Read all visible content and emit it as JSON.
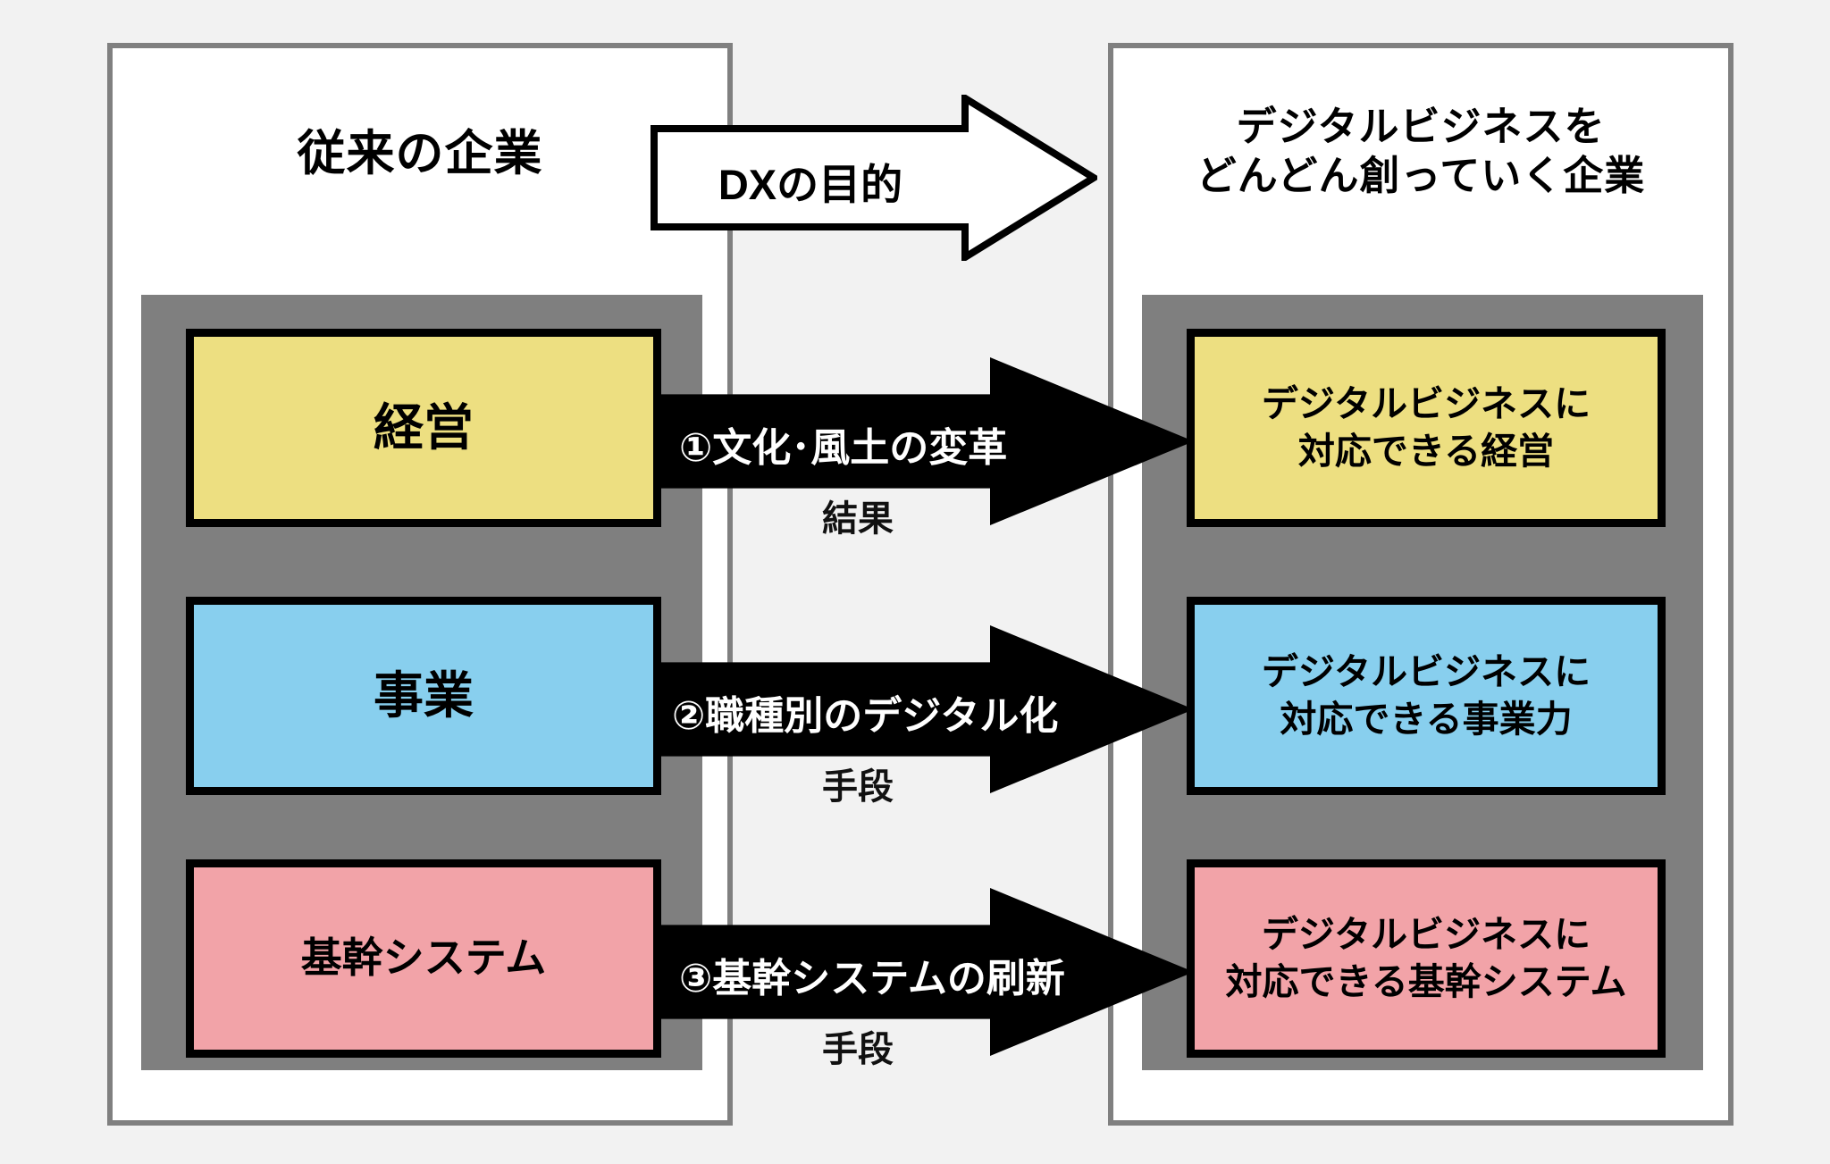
{
  "diagram": {
    "title_left": "従来の企業",
    "title_right_line1": "デジタルビジネスを",
    "title_right_line2": "どんどん創っていく企業",
    "dx_arrow_label": "DXの目的",
    "colors": {
      "background": "#f2f2f2",
      "panel_border": "#808080",
      "panel_fill": "#ffffff",
      "group_fill": "#7f7f7f",
      "box_border": "#000000",
      "yellow": "#EDDF81",
      "blue": "#88CFEE",
      "pink": "#F2A3A8",
      "arrow_fill": "#000000",
      "arrow_text": "#ffffff"
    },
    "left_boxes": [
      {
        "label": "経営",
        "color": "#EDDF81"
      },
      {
        "label": "事業",
        "color": "#88CFEE"
      },
      {
        "label": "基幹システム",
        "color": "#F2A3A8"
      }
    ],
    "right_boxes": [
      {
        "line1": "デジタルビジネスに",
        "line2": "対応できる経営",
        "color": "#EDDF81"
      },
      {
        "line1": "デジタルビジネスに",
        "line2": "対応できる事業力",
        "color": "#88CFEE"
      },
      {
        "line1": "デジタルビジネスに",
        "line2": "対応できる基幹システム",
        "color": "#F2A3A8"
      }
    ],
    "arrows": [
      {
        "label": "①文化･風土の変革",
        "sub": "結果"
      },
      {
        "label": "②職種別のデジタル化",
        "sub": "手段"
      },
      {
        "label": "③基幹システムの刷新",
        "sub": "手段"
      }
    ]
  }
}
